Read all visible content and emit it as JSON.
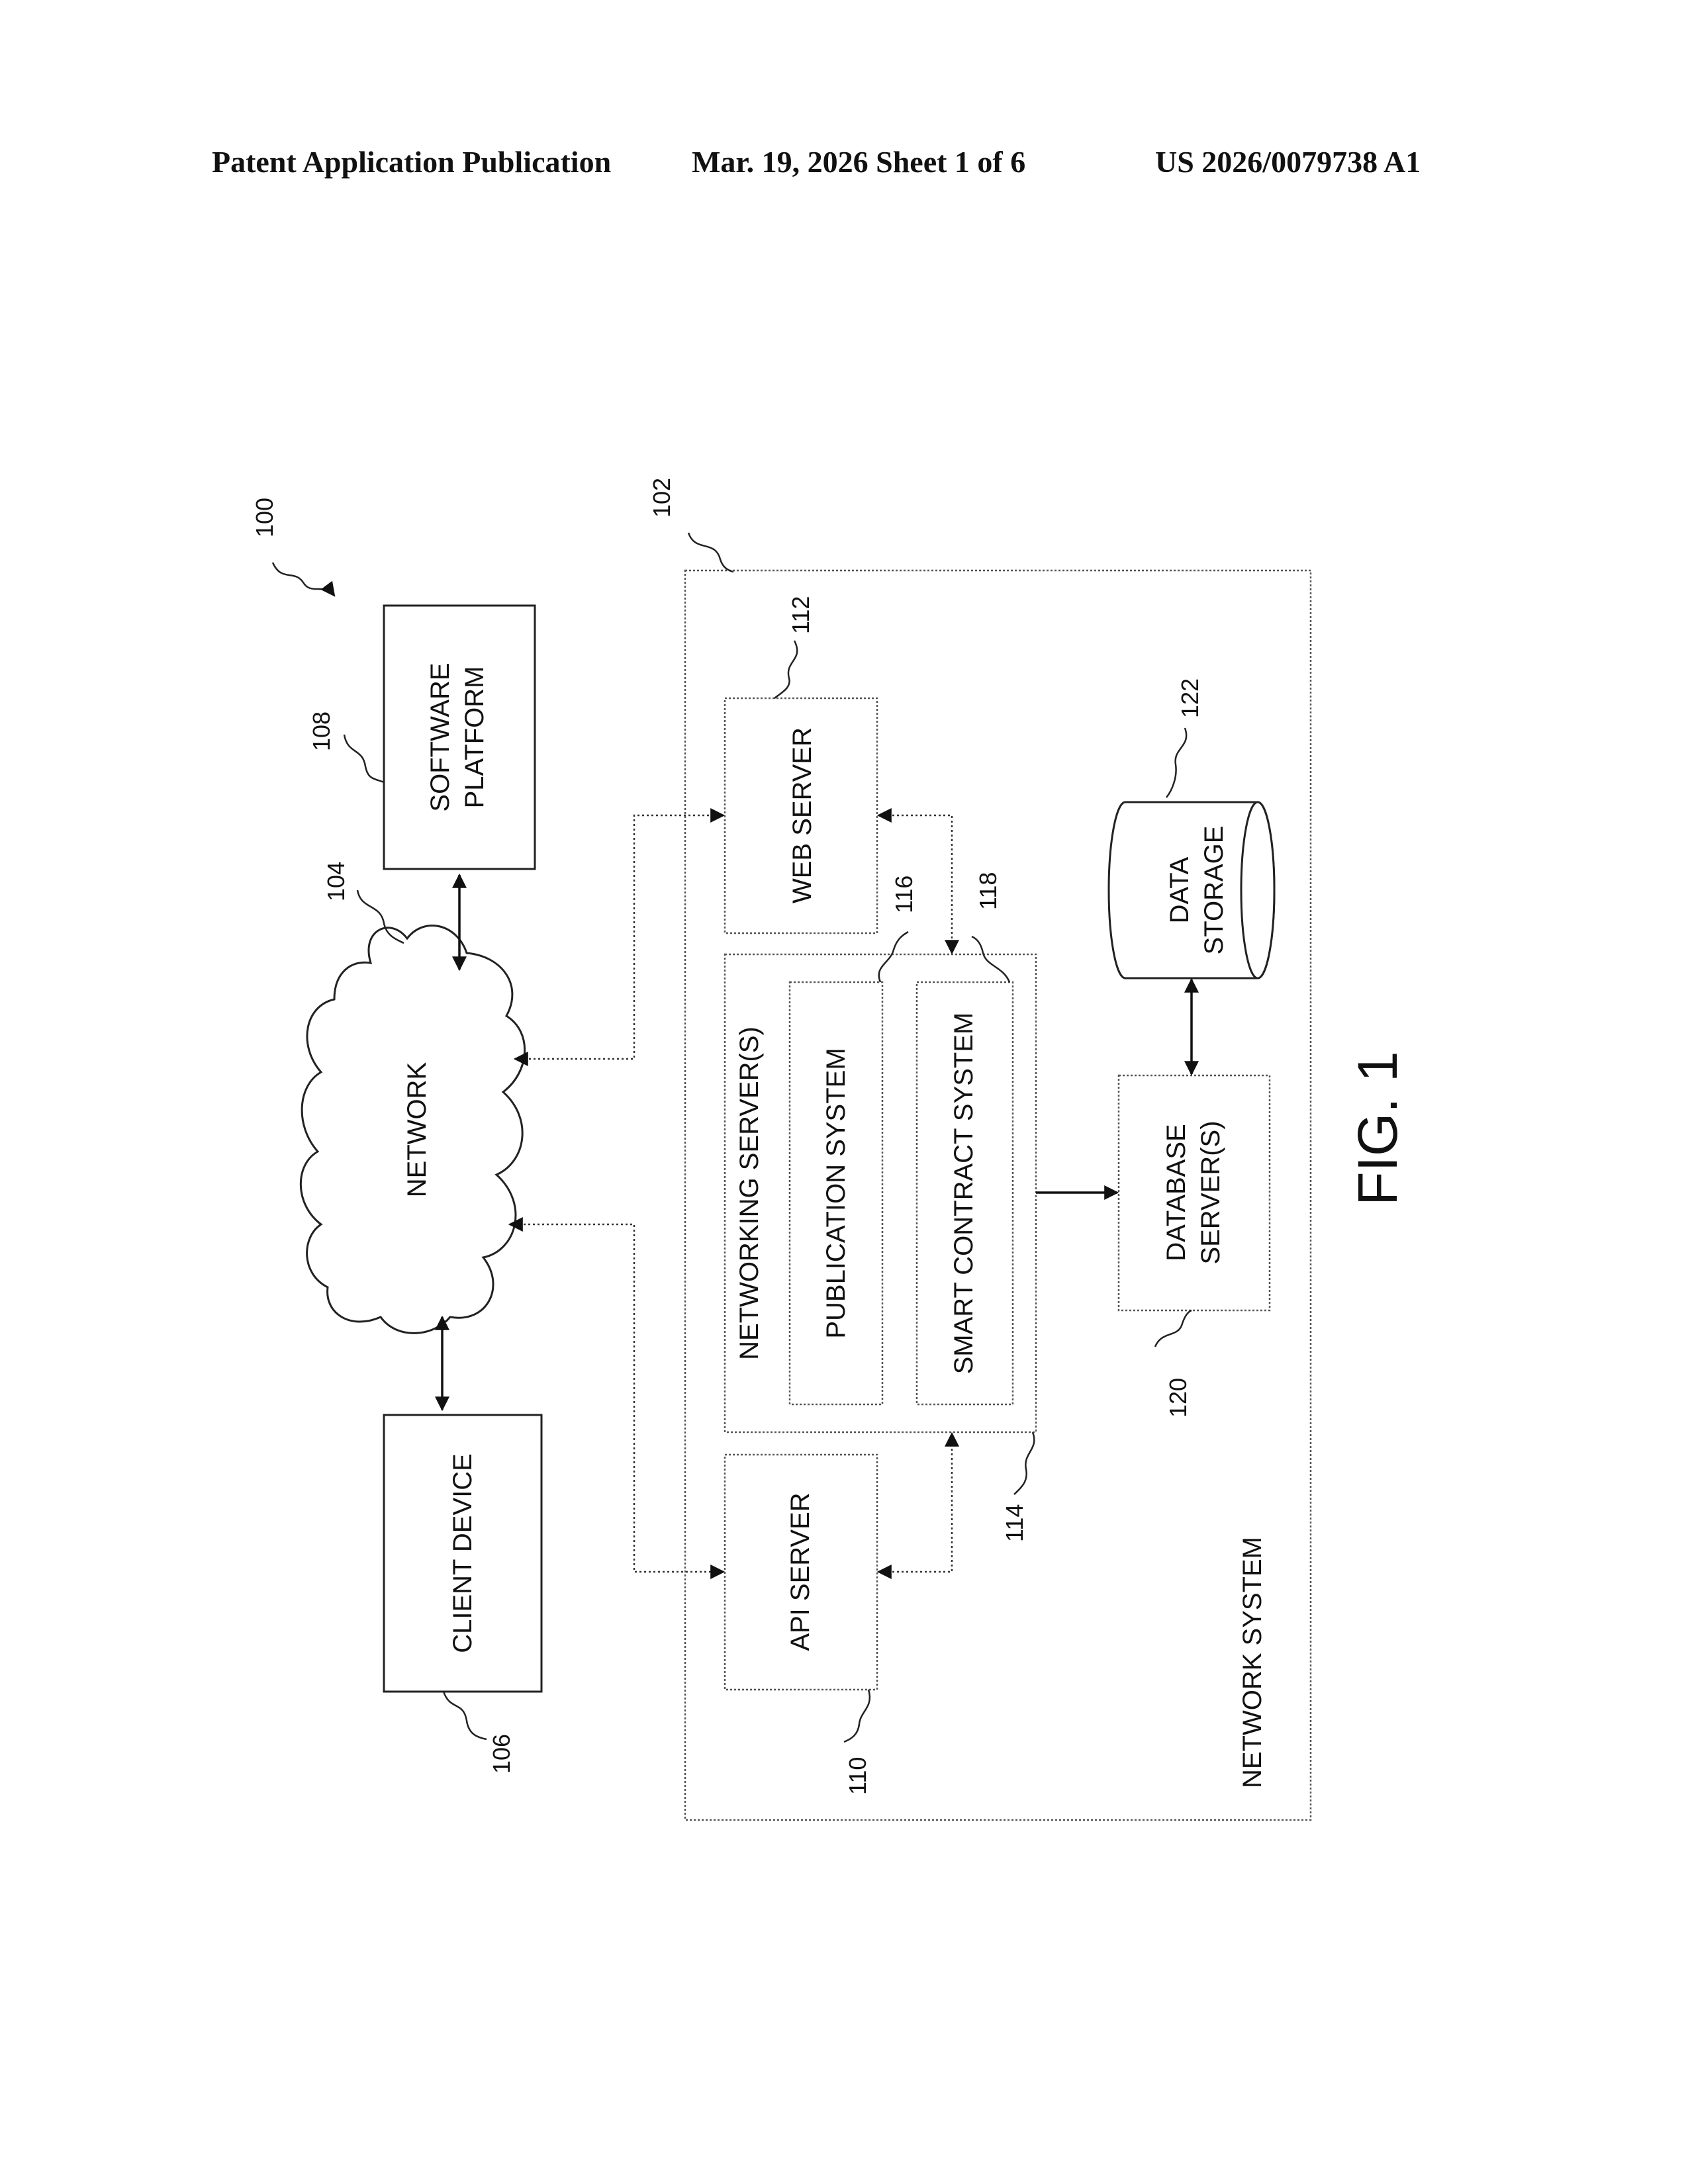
{
  "header": {
    "left": "Patent Application Publication",
    "middle": "Mar. 19, 2026  Sheet 1 of 6",
    "right": "US 2026/0079738 A1"
  },
  "figure": {
    "label": "FIG. 1",
    "system_ref": "100"
  },
  "components": {
    "network": {
      "label": "NETWORK",
      "ref": "104"
    },
    "software_platform": {
      "label_line1": "SOFTWARE",
      "label_line2": "PLATFORM",
      "ref": "108"
    },
    "client_device": {
      "label": "CLIENT DEVICE",
      "ref": "106"
    },
    "network_system": {
      "label": "NETWORK SYSTEM",
      "ref": "102"
    },
    "web_server": {
      "label": "WEB SERVER",
      "ref": "112"
    },
    "api_server": {
      "label": "API SERVER",
      "ref": "110"
    },
    "networking_servers": {
      "label": "NETWORKING SERVER(S)",
      "ref": "114"
    },
    "publication_system": {
      "label": "PUBLICATION SYSTEM",
      "ref": "116"
    },
    "smart_contract_system": {
      "label": "SMART CONTRACT SYSTEM",
      "ref": "118"
    },
    "database_servers": {
      "label_line1": "DATABASE",
      "label_line2": "SERVER(S)",
      "ref": "120"
    },
    "data_storage": {
      "label_line1": "DATA",
      "label_line2": "STORAGE",
      "ref": "122"
    }
  }
}
